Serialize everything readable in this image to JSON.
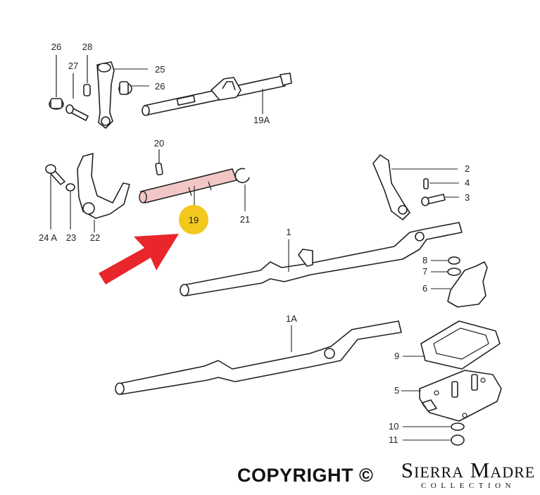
{
  "diagram": {
    "labels": {
      "l26a": "26",
      "l28": "28",
      "l27": "27",
      "l25": "25",
      "l26b": "26",
      "l19a": "19A",
      "l20": "20",
      "l2": "2",
      "l4": "4",
      "l3": "3",
      "l24a": "24 A",
      "l23": "23",
      "l22": "22",
      "l19": "19",
      "l21": "21",
      "l1": "1",
      "l8": "8",
      "l7": "7",
      "l6": "6",
      "l1a": "1A",
      "l9": "9",
      "l5": "5",
      "l10": "10",
      "l11": "11"
    },
    "highlight": {
      "part": "19",
      "color": "#f3c6c6",
      "badge_color": "#f2c81c",
      "arrow_color": "#e8262b"
    }
  },
  "footer": {
    "copyright": "COPYRIGHT ©",
    "brand_main": "Sierra Madre",
    "brand_sub": "COLLECTION"
  }
}
